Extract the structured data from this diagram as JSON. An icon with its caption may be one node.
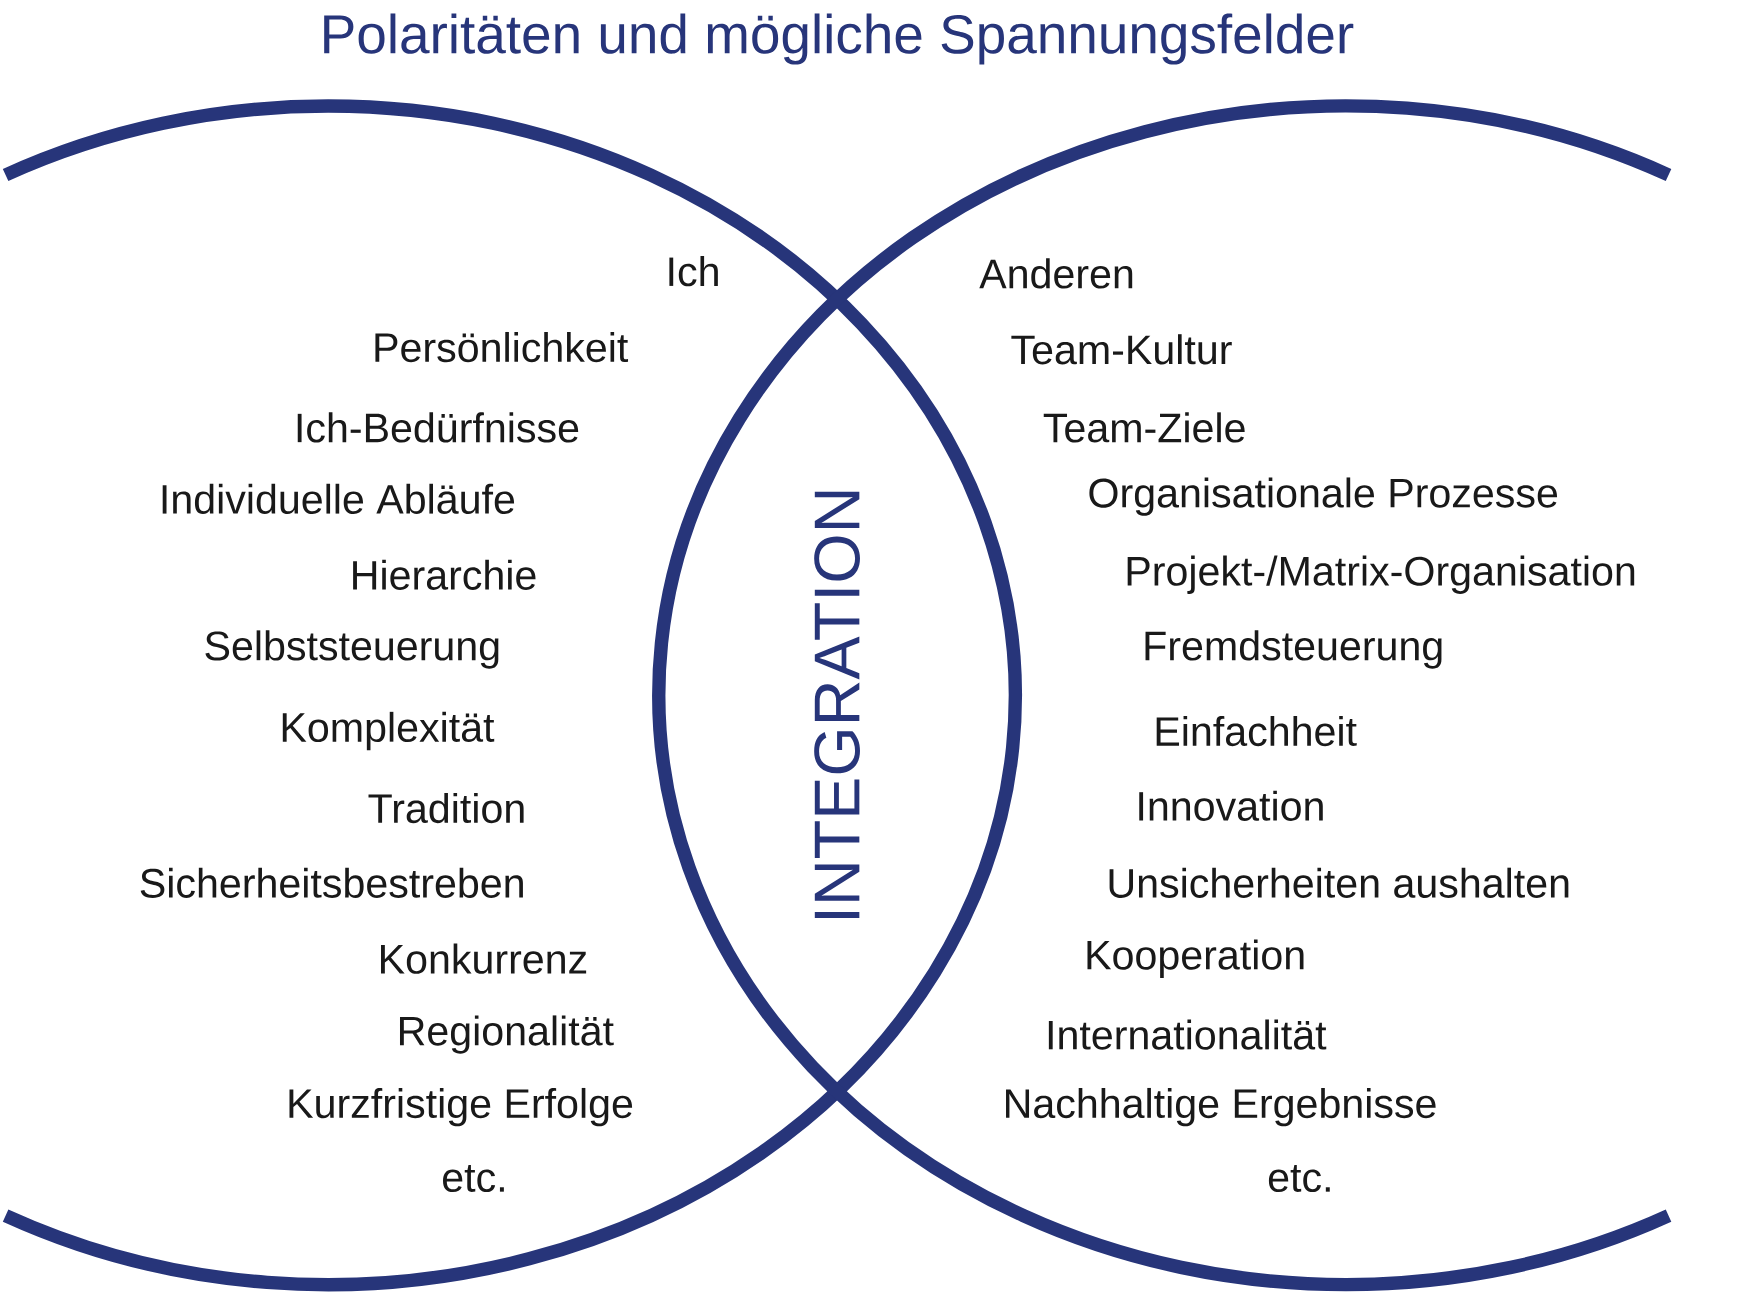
{
  "diagram": {
    "title": "Polaritäten und mögliche Spannungsfelder",
    "nodes": [
      {
        "text": [],
        "shape": "circle"
      },
      {
        "text": [],
        "shape": "circle"
      }
    ],
    "labels": [
      "Ich",
      "Anderen",
      "Persönlichkeit",
      "Team-Kultur",
      "Ich-Bedürfnisse",
      "Team-Ziele",
      "Individuelle Abläufe",
      "Organisationale Prozesse",
      "Hierarchie",
      "Projekt-/Matrix-Organisation",
      "Selbststeuerung",
      "Fremdsteuerung",
      "Komplexität",
      "Einfachheit",
      "Tradition",
      "Innovation",
      "Sicherheitsbestreben",
      "Unsicherheiten aushalten",
      "Konkurrenz",
      "Kooperation",
      "Regionalität",
      "Internationalität",
      "Kurzfristige Erfolge",
      "Nachhaltige Ergebnisse",
      "etc.",
      "etc.",
      "INTEGRATION"
    ]
  }
}
